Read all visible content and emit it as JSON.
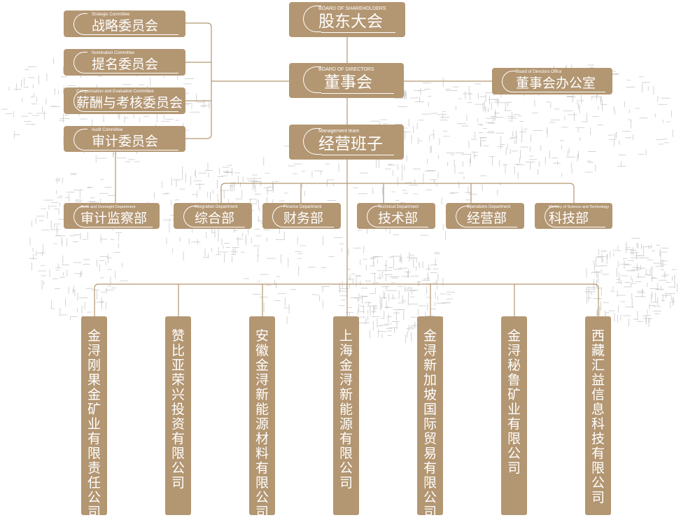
{
  "colors": {
    "box": "#b39672",
    "line": "#b39672",
    "text": "#ffffff"
  },
  "top": {
    "shareholders": {
      "en": "BOARD OF SHAREHOLDERS",
      "zh": "股东大会"
    },
    "directors": {
      "en": "BOARD OF DIRECTORS",
      "zh": "董事会"
    },
    "management": {
      "en": "Management team",
      "zh": "经营班子"
    },
    "office": {
      "en": "Board of Directors Office",
      "zh": "董事会办公室"
    }
  },
  "committees": [
    {
      "en": "Strategic Committee",
      "zh": "战略委员会"
    },
    {
      "en": "Nomination Committee",
      "zh": "提名委员会"
    },
    {
      "en": "Compensation and Evaluation Committee",
      "zh": "薪酬与考核委员会"
    },
    {
      "en": "Audit Committee",
      "zh": "审计委员会"
    }
  ],
  "departments": [
    {
      "en": "Audit and Oversight Department",
      "zh": "审计监察部"
    },
    {
      "en": "Integration Department",
      "zh": "综合部"
    },
    {
      "en": "Finance Department",
      "zh": "财务部"
    },
    {
      "en": "Technical Department",
      "zh": "技术部"
    },
    {
      "en": "Operations Department",
      "zh": "经营部"
    },
    {
      "en": "Ministry of Science and Technology",
      "zh": "科技部"
    }
  ],
  "subsidiaries": [
    "金浔刚果金矿业有限责任公司",
    "赞比亚荣兴投资有限公司",
    "安徽金浔新能源材料有限公司",
    "上海金浔新能源有限公司",
    "金浔新加坡国际贸易有限公司",
    "金浔秘鲁矿业有限公司",
    "西藏汇益信息科技有限公司"
  ]
}
